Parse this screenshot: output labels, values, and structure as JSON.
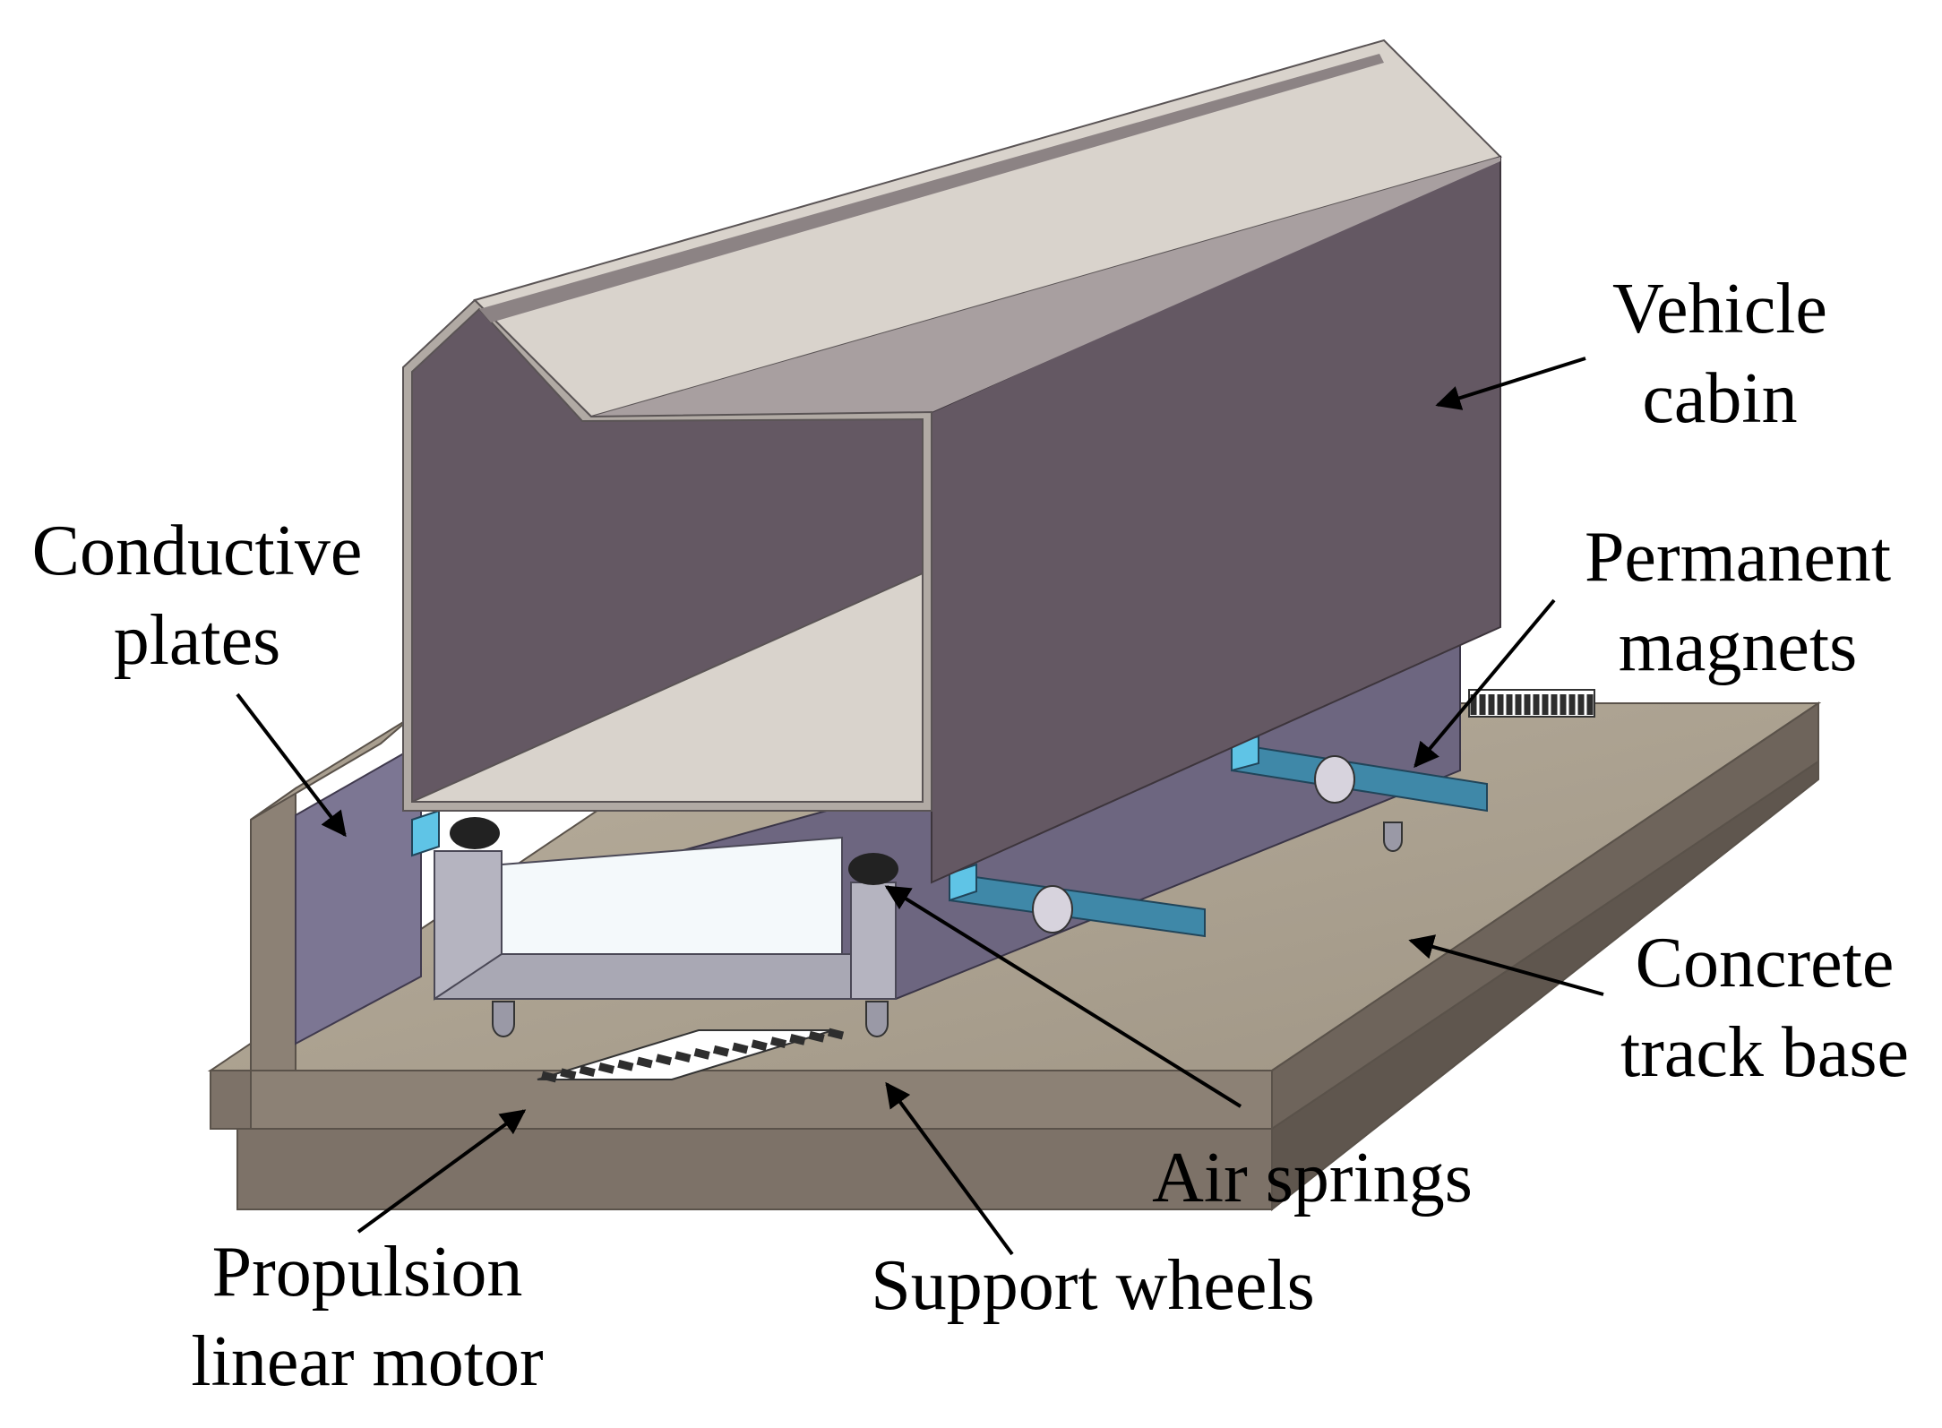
{
  "labels": {
    "vehicle_cabin": [
      "Vehicle",
      "cabin"
    ],
    "conductive_plates": [
      "Conductive",
      "plates"
    ],
    "permanent_magnets": [
      "Permanent",
      "magnets"
    ],
    "concrete_track_base": [
      "Concrete",
      "track base"
    ],
    "air_springs": "Air springs",
    "support_wheels": "Support wheels",
    "propulsion_linear_motor": [
      "Propulsion",
      "linear motor"
    ]
  },
  "colors": {
    "cabin_side": "#645863",
    "cabin_top": "#d9d3cc",
    "cabin_rim": "#b1aaa4",
    "bogie_plate": "#6d6680",
    "concrete": "#a59c8c",
    "concrete_side": "#7a6f66",
    "magnet": "#3f88a8",
    "coil": "#3a3a3a"
  }
}
